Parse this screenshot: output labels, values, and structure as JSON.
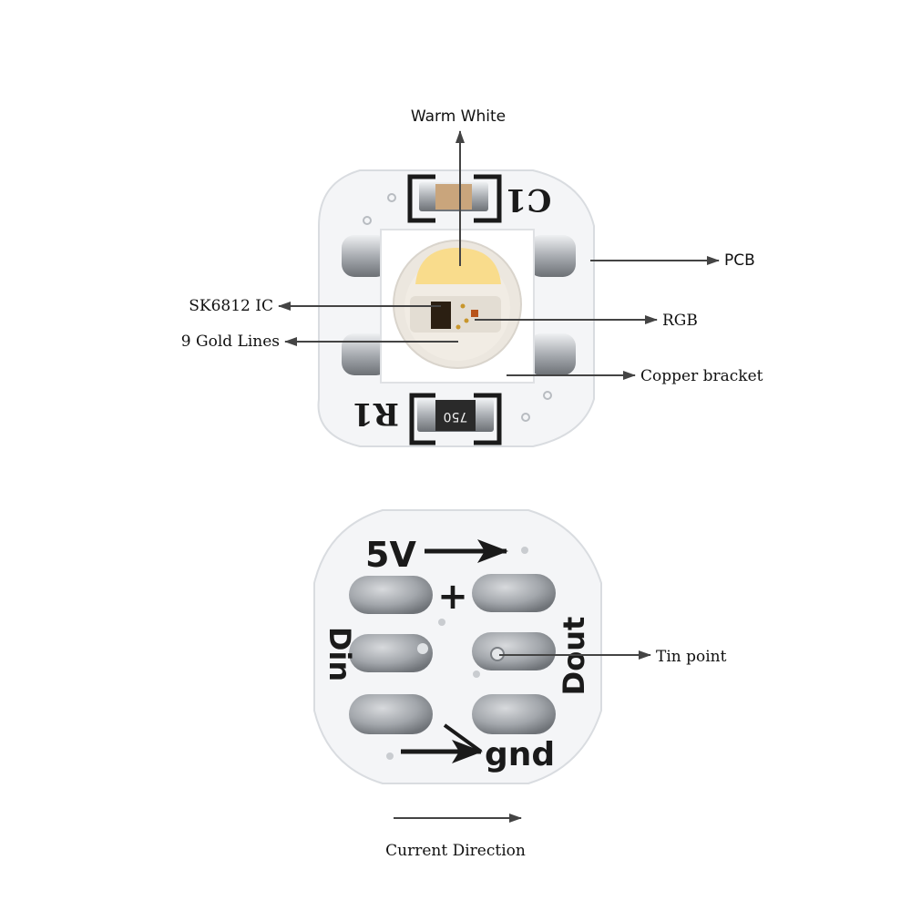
{
  "front": {
    "chip_marks": {
      "c1": "C1",
      "r1": "R1",
      "resistor_code": "750"
    },
    "labels": {
      "warm_white": "Warm White",
      "pcb": "PCB",
      "sk6812_ic": "SK6812 IC",
      "rgb": "RGB",
      "gold_lines": "9 Gold Lines",
      "copper_bracket": "Copper bracket"
    }
  },
  "back": {
    "silkscreen": {
      "v5": "5V",
      "plus": "+",
      "din": "Din",
      "dout": "Dout",
      "gnd": "gnd"
    },
    "labels": {
      "tin_point": "Tin point"
    }
  },
  "footer": {
    "current_direction": "Current Direction"
  },
  "colors": {
    "board": "#f4f5f7",
    "board_edge": "#d9dce0",
    "warm_white": "#f9dc8c",
    "pad": "#9a9ea3",
    "arrow": "#444444"
  }
}
